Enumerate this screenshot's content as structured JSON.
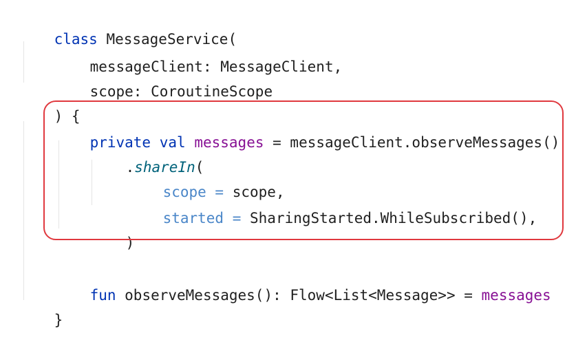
{
  "code": {
    "line1": {
      "kw": "class",
      "name": " MessageService("
    },
    "line2": {
      "text": "messageClient: MessageClient,"
    },
    "line3": {
      "text": "scope: CoroutineScope"
    },
    "line4": {
      "text": ") {"
    },
    "line5": {
      "kw1": "private",
      "sp1": " ",
      "kw2": "val",
      "sp2": " ",
      "prop": "messages",
      "rest": " = messageClient.observeMessages()"
    },
    "line6": {
      "dot": ".",
      "fn": "shareIn",
      "paren": "("
    },
    "line7": {
      "named": "scope =",
      "rest": " scope,"
    },
    "line8": {
      "named": "started =",
      "rest": " SharingStarted.WhileSubscribed(),"
    },
    "line9": {
      "text": ")"
    },
    "line10": {
      "kw": "fun",
      "rest": " observeMessages(): Flow<List<Message>> = ",
      "prop": "messages"
    },
    "line11": {
      "text": "}"
    }
  },
  "highlight": {
    "color": "#e0383e"
  }
}
